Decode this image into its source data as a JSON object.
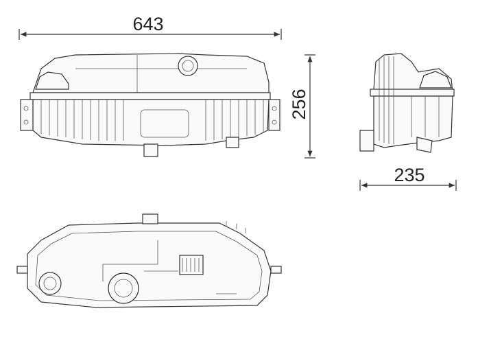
{
  "dimensions": {
    "length": "643",
    "height": "256",
    "width": "235"
  },
  "colors": {
    "line": "#333333",
    "background": "#ffffff"
  }
}
